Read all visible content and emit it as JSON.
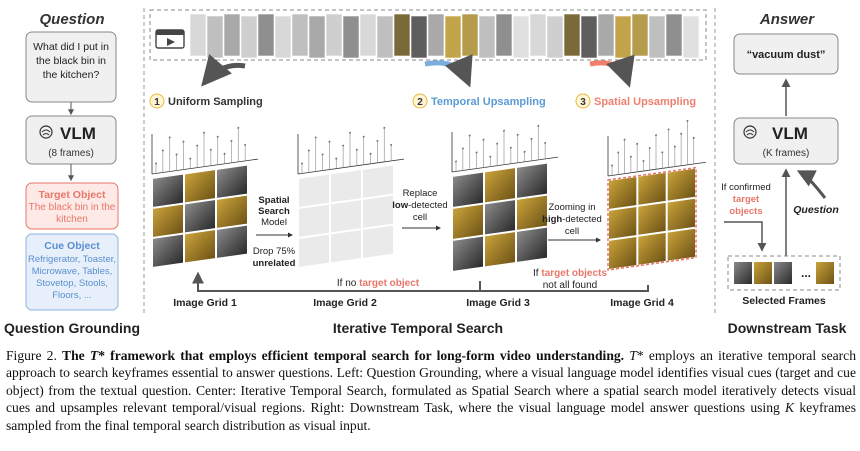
{
  "left": {
    "header": "Question",
    "question": "What did I put in the black bin in the kitchen?",
    "vlm_title": "VLM",
    "vlm_sub": "(8 frames)",
    "target_title": "Target Object",
    "target_text": "The black bin in the kitchen",
    "cue_title": "Cue Object",
    "cue_text": "Refrigerator, Toaster, Microwave, Tables, Stovetop, Stools, Floors, ...",
    "footer": "Question Grounding"
  },
  "center": {
    "step1_num": "1",
    "step1_label": "Uniform Sampling",
    "step2_num": "2",
    "step2_label": "Temporal Upsampling",
    "step3_num": "3",
    "step3_label": "Spatial Upsampling",
    "search_model_1": "Spatial",
    "search_model_2": "Search",
    "search_model_3": "Model",
    "drop_1": "Drop 75%",
    "drop_2": "unrelated",
    "replace_1": "Replace",
    "replace_2a": "low",
    "replace_2b": "-detected",
    "replace_3": "cell",
    "zoom_1": "Zooming in",
    "zoom_2a": "high",
    "zoom_2b": "-detected",
    "zoom_3": "cell",
    "if_no_a": "If no ",
    "if_no_b": "target object",
    "if_found_a": "If ",
    "if_found_b": "target objects",
    "if_found_c": "not all found",
    "grid1": "Image Grid 1",
    "grid2": "Image Grid 2",
    "grid3": "Image Grid 3",
    "grid4": "Image Grid 4",
    "footer": "Iterative Temporal Search"
  },
  "right": {
    "header": "Answer",
    "answer": "“vacuum dust”",
    "vlm_title": "VLM",
    "vlm_sub": "(K frames)",
    "confirm_1": "If confirmed",
    "confirm_2": "target",
    "confirm_3": "objects",
    "question": "Question",
    "selected": "Selected Frames",
    "dots": "...",
    "footer": "Downstream Task"
  },
  "caption": {
    "fig": "Figure 2. ",
    "title_a": "The ",
    "title_t": "T",
    "title_b": "* framework that employs efficient temporal search for long-form video understanding.",
    "t2": "T",
    "rest_1": "* employs an iterative temporal search approach to search keyframes essential to answer questions. Left: Question Grounding, where a visual language model identifies visual cues (target and cue object) from the textual question. Center: Iterative Temporal Search, formulated as Spatial Search where a spatial search model iteratively detects visual cues and upsamples relevant temporal/visual regions. Right: Downstream Task, where the visual language model answer questions using ",
    "k": "K",
    "rest_2": " keyframes sampled from the final temporal search distribution as visual input."
  },
  "colors": {
    "gray_box": "#f0f0f0",
    "target_red": "#e8776a",
    "target_fill": "#fde9e6",
    "cue_blue": "#8db4e0",
    "cue_fill": "#e6effa",
    "step_gold": "#e8b93a",
    "step2_blue": "#5b9bd5",
    "step3_red": "#f07f6e",
    "arrow_gray": "#555555"
  },
  "icons": [
    "brain-icon",
    "video-icon"
  ]
}
